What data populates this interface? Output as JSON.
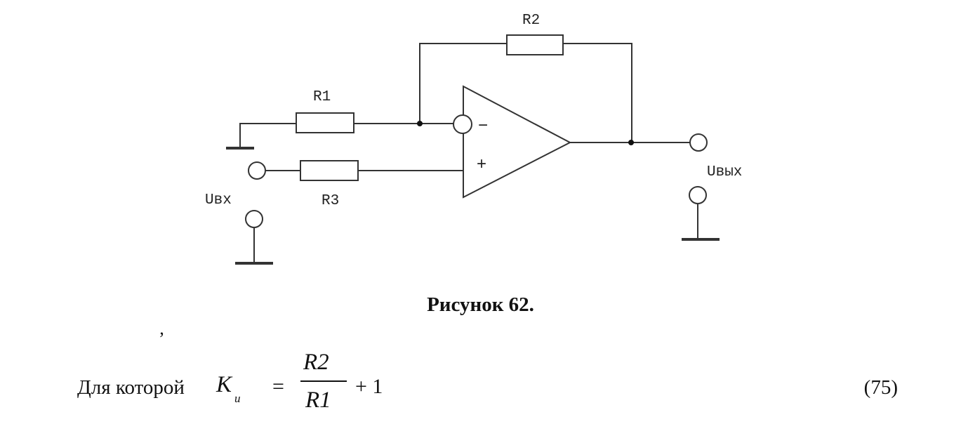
{
  "diagram": {
    "r1_label": "R1",
    "r2_label": "R2",
    "r3_label": "R3",
    "minus_sign": "−",
    "plus_sign": "+",
    "uin_label": "Uвх",
    "uout_label": "Uвых"
  },
  "caption": "Рисунок 62.",
  "formula": {
    "lead_text": "Для которой",
    "k_symbol": "K",
    "k_subscript": "u",
    "equals": "=",
    "numerator": "R2",
    "denominator": "R1",
    "tail": "+ 1",
    "number": "(75)"
  },
  "stray_mark": "ʼ"
}
